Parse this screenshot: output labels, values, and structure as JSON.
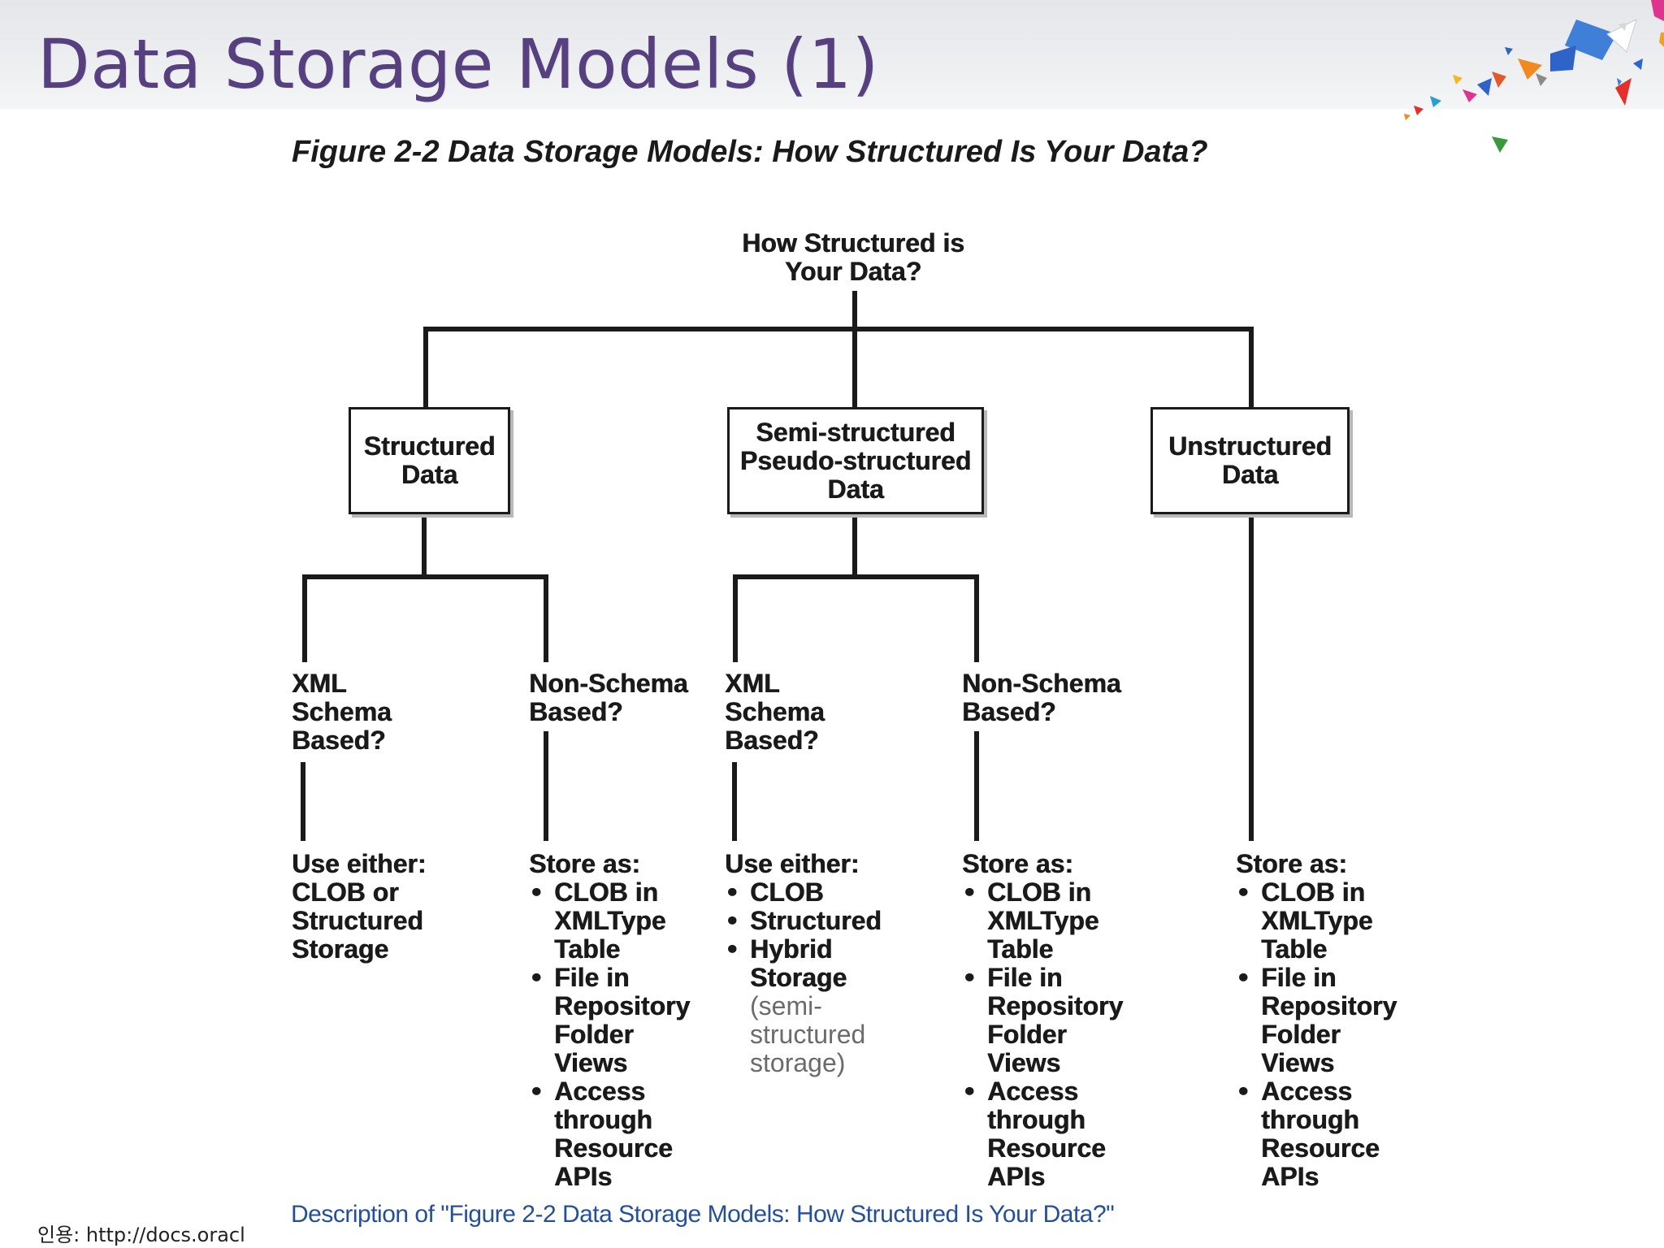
{
  "slide": {
    "title": "Data Storage Models (1)",
    "caption": "Figure 2-2 Data Storage Models: How Structured Is Your Data?",
    "description_link": "Description of \"Figure 2-2 Data Storage Models: How Structured Is Your Data?\"",
    "source": "인용: http://docs.oracl"
  },
  "diagram": {
    "root": "How Structured is\nYour Data?",
    "branches": {
      "structured": {
        "label": "Structured\nData",
        "schema": {
          "question": "XML\nSchema\nBased?",
          "intro": "Use either:\nCLOB or\nStructured\nStorage"
        },
        "nonschema": {
          "question": "Non-Schema\nBased?",
          "intro": "Store as:",
          "items": [
            "CLOB in\nXMLType\nTable",
            "File in\nRepository\nFolder\nViews",
            "Access\nthrough\nResource\nAPIs"
          ]
        }
      },
      "semi": {
        "label": "Semi-structured\nPseudo-structured\nData",
        "schema": {
          "question": "XML\nSchema\nBased?",
          "intro": "Use either:",
          "items": [
            "CLOB",
            "Structured",
            "Hybrid\nStorage"
          ],
          "note": "(semi-\nstructured\nstorage)"
        },
        "nonschema": {
          "question": "Non-Schema\nBased?",
          "intro": "Store as:",
          "items": [
            "CLOB in\nXMLType\nTable",
            "File in\nRepository\nFolder\nViews",
            "Access\nthrough\nResource\nAPIs"
          ]
        }
      },
      "unstructured": {
        "label": "Unstructured\nData",
        "intro": "Store as:",
        "items": [
          "CLOB in\nXMLType\nTable",
          "File in\nRepository\nFolder\nViews",
          "Access\nthrough\nResource\nAPIs"
        ]
      }
    }
  }
}
